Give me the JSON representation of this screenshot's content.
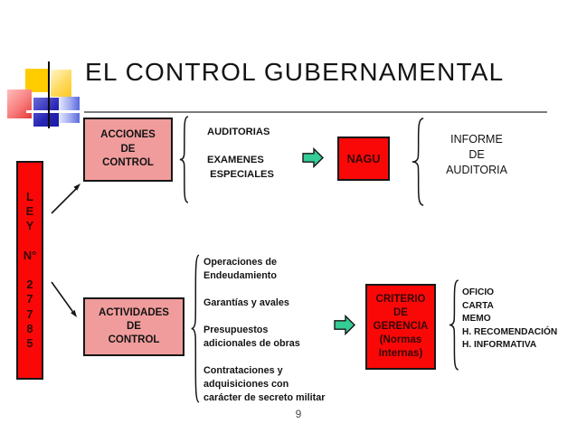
{
  "slide": {
    "title": "EL CONTROL GUBERNAMENTAL",
    "page_number": "9",
    "ley_box": {
      "lines": [
        "L",
        "E",
        "Y",
        "",
        "N°",
        "",
        "2",
        "7",
        "7",
        "8",
        "5"
      ]
    },
    "acciones_box": {
      "lines": [
        "ACCIONES",
        "DE",
        "CONTROL"
      ]
    },
    "auditorias_group": {
      "lines": [
        "AUDITORIAS",
        "",
        "EXAMENES",
        " ESPECIALES"
      ]
    },
    "nagu_box": {
      "label": "NAGU"
    },
    "informe_group": {
      "lines": [
        "INFORME",
        "DE",
        "AUDITORIA"
      ]
    },
    "actividades_box": {
      "lines": [
        "ACTIVIDADES",
        "DE",
        "CONTROL"
      ]
    },
    "operaciones_group": {
      "lines": [
        "Operaciones de",
        "Endeudamiento",
        "",
        "Garantías y avales",
        "",
        "Presupuestos",
        "adicionales de obras",
        "",
        "Contrataciones y",
        "adquisiciones con",
        "carácter de secreto militar"
      ]
    },
    "criterio_box": {
      "lines": [
        "CRITERIO",
        "DE",
        "GERENCIA",
        "(Normas",
        "Internas)"
      ]
    },
    "oficio_group": {
      "lines": [
        "OFICIO",
        "CARTA",
        "MEMO",
        "H. RECOMENDACIÓN",
        "H. INFORMATIVA"
      ]
    }
  },
  "icons": {
    "flow_arrow": "block-arrow-right",
    "connector_arrow": "diagonal-line-arrow",
    "brace": "left-curly-brace"
  },
  "colors": {
    "box-pink": "#F19C9C",
    "box-red": "#FA0808",
    "box-border": "#161616",
    "arrow-green": "#35CC96",
    "red-box-text": "#350808",
    "text-black": "#141414",
    "line-gray": "#7a7a7a",
    "page-number-gray": "#4a4a4a"
  }
}
